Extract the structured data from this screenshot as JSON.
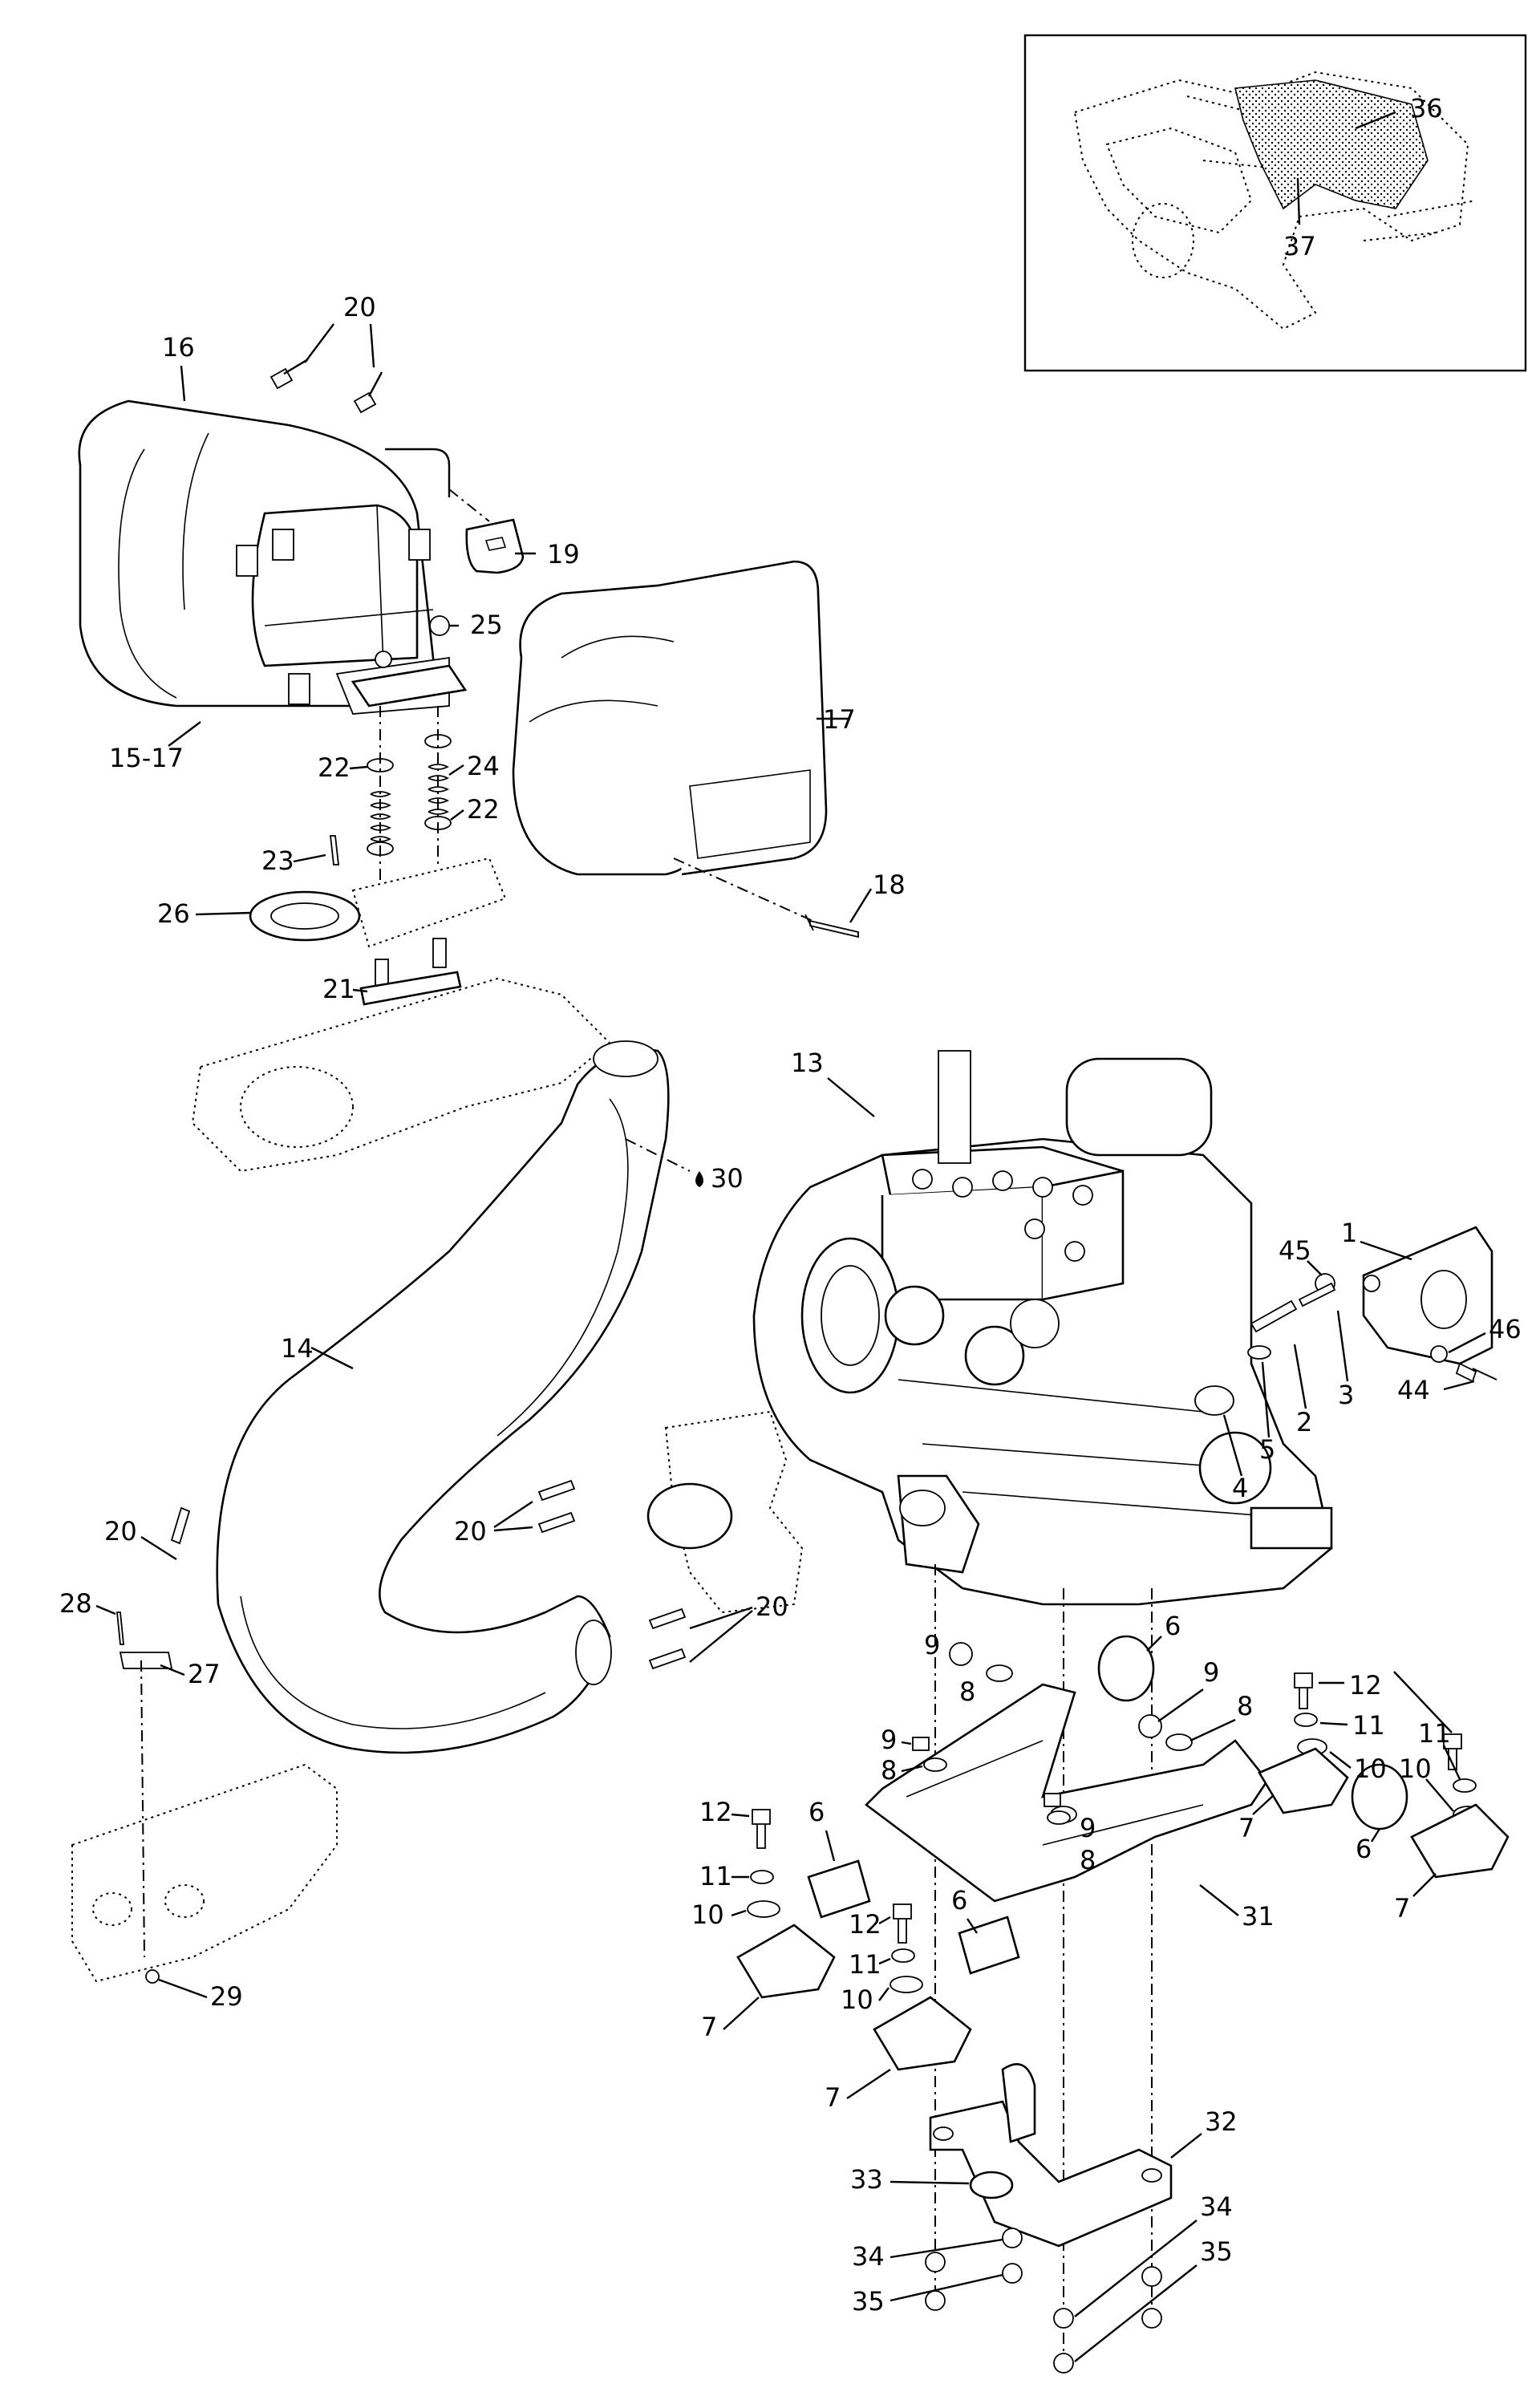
{
  "callouts": {
    "c1": "1",
    "c2": "2",
    "c3": "3",
    "c4": "4",
    "c5": "5",
    "c6a": "6",
    "c6b": "6",
    "c6c": "6",
    "c6d": "6",
    "c7a": "7",
    "c7b": "7",
    "c7c": "7",
    "c7d": "7",
    "c8a": "8",
    "c8b": "8",
    "c8c": "8",
    "c8d": "8",
    "c9a": "9",
    "c9b": "9",
    "c9c": "9",
    "c9d": "9",
    "c10a": "10",
    "c10b": "10",
    "c10c": "10",
    "c11a": "11",
    "c11b": "11",
    "c11c": "11",
    "c11d": "11",
    "c12a": "12",
    "c12b": "12",
    "c12c": "12",
    "c13": "13",
    "c14": "14",
    "c15_17": "15-17",
    "c16": "16",
    "c17": "17",
    "c18": "18",
    "c19": "19",
    "c20a": "20",
    "c20b": "20",
    "c20c": "20",
    "c20d": "20",
    "c21": "21",
    "c22a": "22",
    "c22b": "22",
    "c23": "23",
    "c24": "24",
    "c25": "25",
    "c26": "26",
    "c27": "27",
    "c28": "28",
    "c29": "29",
    "c30": "30",
    "c31": "31",
    "c32": "32",
    "c33": "33",
    "c34a": "34",
    "c34b": "34",
    "c35a": "35",
    "c35b": "35",
    "c36": "36",
    "c37": "37",
    "c44": "44",
    "c45": "45",
    "c46": "46"
  },
  "icons": {
    "sealant": "drop-icon"
  }
}
